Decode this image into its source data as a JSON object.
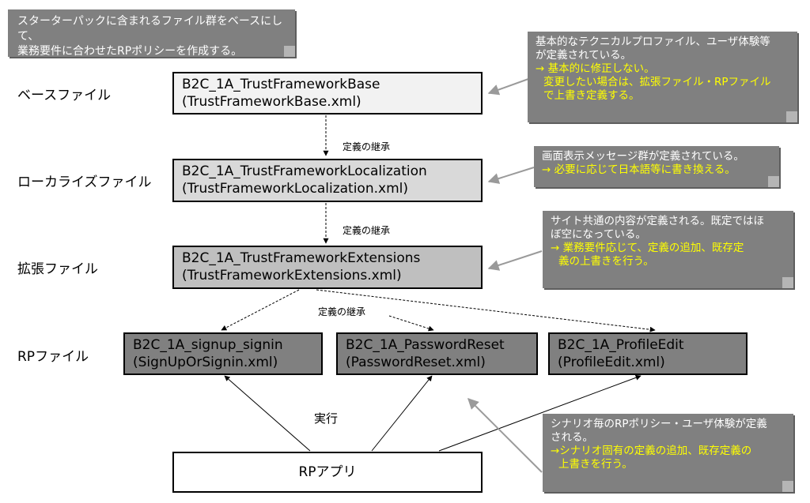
{
  "intro_note": [
    "スターターパックに含まれるファイル群をベースにして、",
    "業務要件に合わせたRPポリシーを作成する。"
  ],
  "row_labels": {
    "base": "ベースファイル",
    "localization": "ローカライズファイル",
    "extensions": "拡張ファイル",
    "rp": "RPファイル"
  },
  "boxes": {
    "base": {
      "name": "B2C_1A_TrustFrameworkBase",
      "file": "(TrustFrameworkBase.xml)"
    },
    "localization": {
      "name": "B2C_1A_TrustFrameworkLocalization",
      "file": "(TrustFrameworkLocalization.xml)"
    },
    "extensions": {
      "name": "B2C_1A_TrustFrameworkExtensions",
      "file": "(TrustFrameworkExtensions.xml)"
    },
    "signup": {
      "name": "B2C_1A_signup_signin",
      "file": "(SignUpOrSignin.xml)"
    },
    "password": {
      "name": "B2C_1A_PasswordReset",
      "file": "(PasswordReset.xml)"
    },
    "profile": {
      "name": "B2C_1A_ProfileEdit",
      "file": "(ProfileEdit.xml)"
    },
    "app": {
      "name": "RPアプリ"
    }
  },
  "inherit_label": "定義の継承",
  "execute_label": "実行",
  "notes": {
    "base": {
      "plain": [
        "基本的なテクニカルプロファイル、ユーザ体験等",
        "が定義されている。"
      ],
      "emphasis": [
        "→ 基本的に修正しない。",
        "変更したい場合は、拡張ファイル・RPファイル",
        "で上書き定義する。"
      ]
    },
    "localization": {
      "plain": [
        "画面表示メッセージ群が定義されている。"
      ],
      "emphasis": [
        "→ 必要に応じて日本語等に書き換える。"
      ]
    },
    "extensions": {
      "plain": [
        "サイト共通の内容が定義される。既定ではほ",
        "ぼ空になっている。"
      ],
      "emphasis": [
        "→ 業務要件応じて、定義の追加、既存定",
        "義の上書きを行う。"
      ]
    },
    "rp": {
      "plain": [
        "シナリオ毎のRPポリシー・ユーザ体験が定義",
        "される。"
      ],
      "emphasis": [
        "→シナリオ固有の定義の追加、既存定義の",
        "上書きを行う。"
      ]
    }
  },
  "colors": {
    "note_bg": "#808080",
    "note_emphasis": "#ffff00",
    "base_fill": "#f2f2f2",
    "localization_fill": "#d9d9d9",
    "extensions_fill": "#bfbfbf",
    "rp_fill": "#808080",
    "app_fill": "#ffffff"
  }
}
